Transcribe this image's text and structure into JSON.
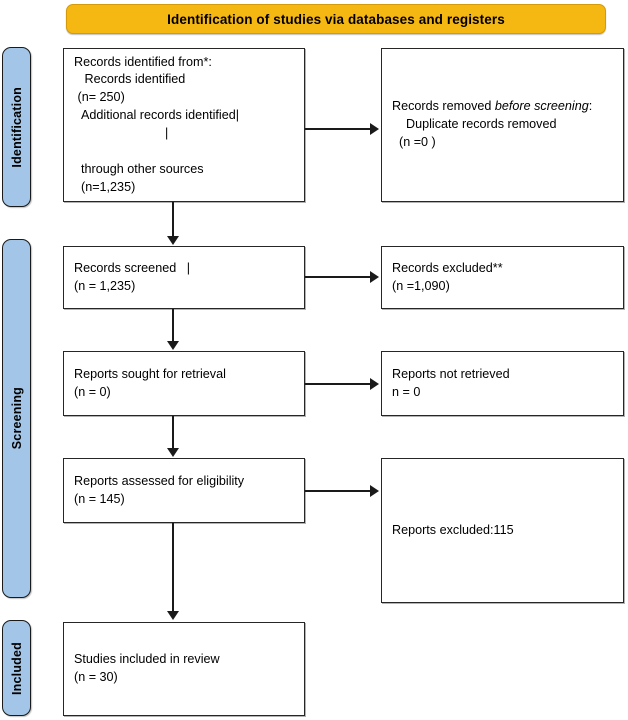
{
  "banner": {
    "label": "Identification of studies via databases and registers",
    "color": "#F5B712"
  },
  "stages": [
    {
      "key": "identification",
      "label": "Identification",
      "color": "#A3C6E8"
    },
    {
      "key": "screening",
      "label": "Screening",
      "color": "#A3C6E8"
    },
    {
      "key": "included",
      "label": "Included",
      "color": "#A3C6E8"
    }
  ],
  "boxes": {
    "records_identified": {
      "line1": "Records identified from*:",
      "line2": "   Records identified",
      "line3": " (n= 250)",
      "line4": "  Additional records identified|",
      "line5": "                          |",
      "line6": "",
      "line7": "  through other sources",
      "line8": "  (n=1,235)"
    },
    "records_removed": {
      "lead": "Records removed ",
      "emph": "before screening",
      "colon": ":",
      "line2": "    Duplicate records removed",
      "line3": "  (n =0 )"
    },
    "records_screened": {
      "line1": "Records screened   |",
      "line2": "(n = 1,235)"
    },
    "records_excluded": {
      "line1": "Records excluded**",
      "line2": "(n =1,090)"
    },
    "reports_sought": {
      "line1": "Reports sought for retrieval",
      "line2": "(n = 0)"
    },
    "reports_not_retrieved": {
      "line1": "Reports not retrieved",
      "line2": "n = 0"
    },
    "reports_assessed": {
      "line1": "Reports assessed for eligibility",
      "line2": "(n = 145)"
    },
    "reports_excluded_reasons": {
      "line1": "Reports excluded:115"
    },
    "studies_included": {
      "line1": "Studies included in review",
      "line2": "(n = 30)"
    }
  }
}
